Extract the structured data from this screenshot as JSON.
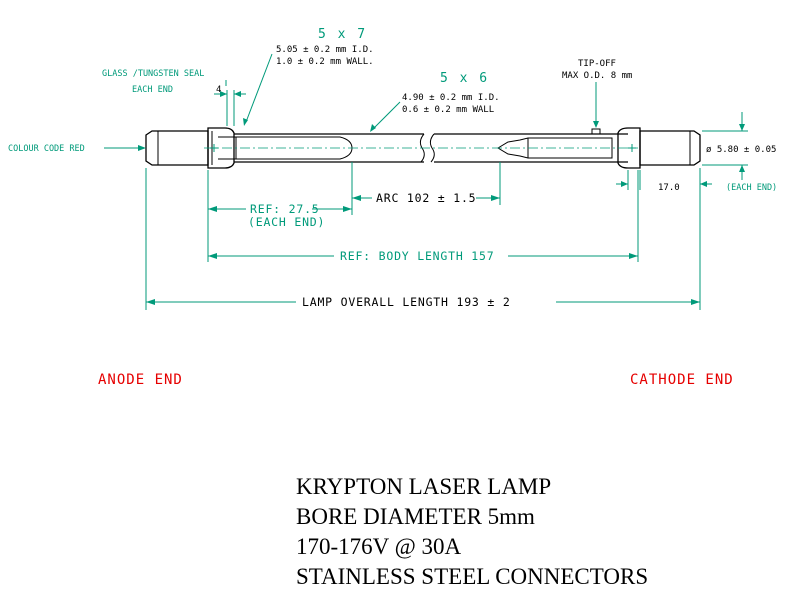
{
  "labels": {
    "tube_spec_a": "5 x 7",
    "tube_spec_a_id": "5.05 ± 0.2 mm I.D.",
    "tube_spec_a_wall": "1.0 ± 0.2 mm WALL.",
    "tube_spec_b": "5 x 6",
    "tube_spec_b_id": "4.90 ± 0.2 mm I.D.",
    "tube_spec_b_wall": "0.6 ± 0.2 mm WALL",
    "seal": "GLASS /TUNGSTEN SEAL",
    "seal_each": "EACH END",
    "seal_dim": "4",
    "tipoff": "TIP-OFF",
    "tipoff_od": "MAX O.D. 8 mm",
    "colour_code": "COLOUR CODE RED",
    "connector_dia": "ø 5.80 ± 0.05",
    "connector_len": "17.0",
    "connector_each": "(EACH END)",
    "ref_len": "REF: 27.5",
    "ref_each": "(EACH END)",
    "arc": "ARC 102 ± 1.5",
    "body_length": "REF: BODY LENGTH 157",
    "overall_length": "LAMP OVERALL LENGTH  193 ± 2",
    "anode": "ANODE END",
    "cathode": "CATHODE END"
  },
  "caption": {
    "line1": "KRYPTON LASER LAMP",
    "line2": "BORE DIAMETER 5mm",
    "line3": "170-176V @ 30A",
    "line4": "STAINLESS STEEL CONNECTORS"
  },
  "colors": {
    "dimension": "#009a7a",
    "outline": "#000000",
    "end_label": "#e60000"
  }
}
